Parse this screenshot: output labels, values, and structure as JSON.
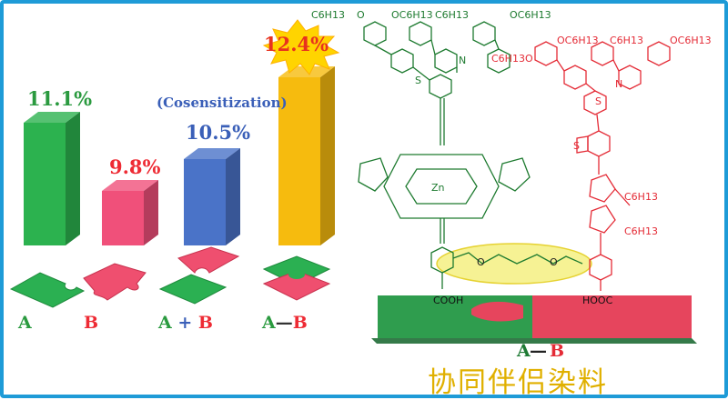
{
  "chart_data": {
    "type": "bar",
    "categories": [
      "A",
      "B",
      "A + B",
      "A—B"
    ],
    "values": [
      11.1,
      9.8,
      10.5,
      12.4
    ],
    "value_labels": [
      "11.1%",
      "9.8%",
      "10.5%",
      "12.4%"
    ],
    "colors": [
      "#2cb24f",
      "#f0507a",
      "#4a73c8",
      "#f6bb0e"
    ],
    "annotation": "(Cosensitization)"
  },
  "structure": {
    "substituent": "OC6H13",
    "substituent_left": "C6H13O",
    "hexyl": "C6H13",
    "N": "N",
    "S": "S",
    "O": "O",
    "Zn": "Zn",
    "anchor_left": "COOH",
    "anchor_right": "HOOC",
    "linked_label_A": "A",
    "linked_label_B": "B",
    "caption_cn": "协同伴侣染料"
  },
  "colors": {
    "green": "#2f9d4e",
    "red": "#ef3e4a",
    "gold": "#f0c000",
    "blue": "#3a62b8",
    "border": "#1e9bd7"
  }
}
